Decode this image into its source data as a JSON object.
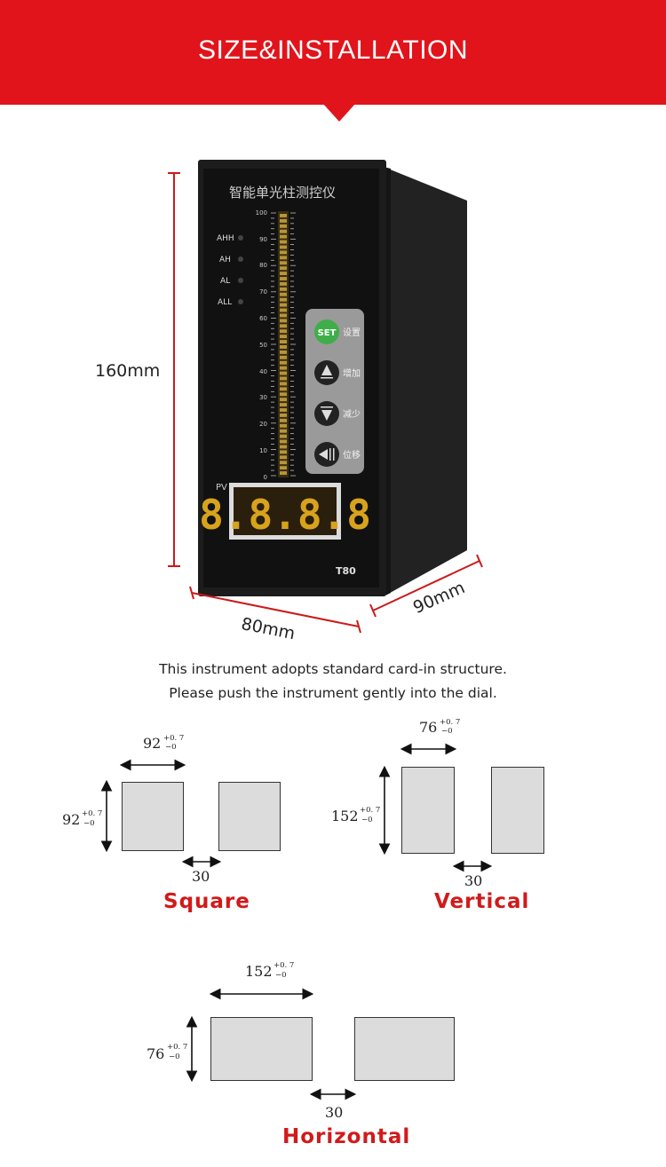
{
  "header": {
    "title": "SIZE&INSTALLATION",
    "color": "#e1141b"
  },
  "device": {
    "panel_title": "智能单光柱测控仪",
    "alarm_labels": [
      "AHH",
      "AH",
      "AL",
      "ALL"
    ],
    "scale_labels": [
      "100",
      "90",
      "80",
      "70",
      "60",
      "50",
      "40",
      "30",
      "20",
      "10",
      "0"
    ],
    "buttons": [
      {
        "key": "SET",
        "label": "设置",
        "icon": "set-button"
      },
      {
        "key": "up",
        "label": "增加",
        "icon": "up-arrow-icon"
      },
      {
        "key": "down",
        "label": "减少",
        "icon": "down-arrow-icon"
      },
      {
        "key": "shift",
        "label": "位移",
        "icon": "shift-left-icon"
      }
    ],
    "pv_label": "PV",
    "display_digits": "8.8.8.8",
    "model": "T80",
    "dims": {
      "height": "160mm",
      "width": "80mm",
      "depth": "90mm"
    }
  },
  "intro": {
    "line1": "This instrument adopts standard card-in structure.",
    "line2": "Please push the instrument gently into the dial."
  },
  "cutouts": {
    "tolerance_top": "+0. 7",
    "tolerance_bottom": "−0",
    "square": {
      "caption": "Square",
      "w": "92",
      "h": "92",
      "gap": "30"
    },
    "vertical": {
      "caption": "Vertical",
      "w": "76",
      "h": "152",
      "gap": "30"
    },
    "horizontal": {
      "caption": "Horizontal",
      "w": "152",
      "h": "76",
      "gap": "30"
    }
  },
  "colors": {
    "accent_red": "#e1141b",
    "caption_red": "#d11a1a",
    "dim_line_red": "#cc1a1a",
    "cutout_fill": "#dcdcdc"
  }
}
